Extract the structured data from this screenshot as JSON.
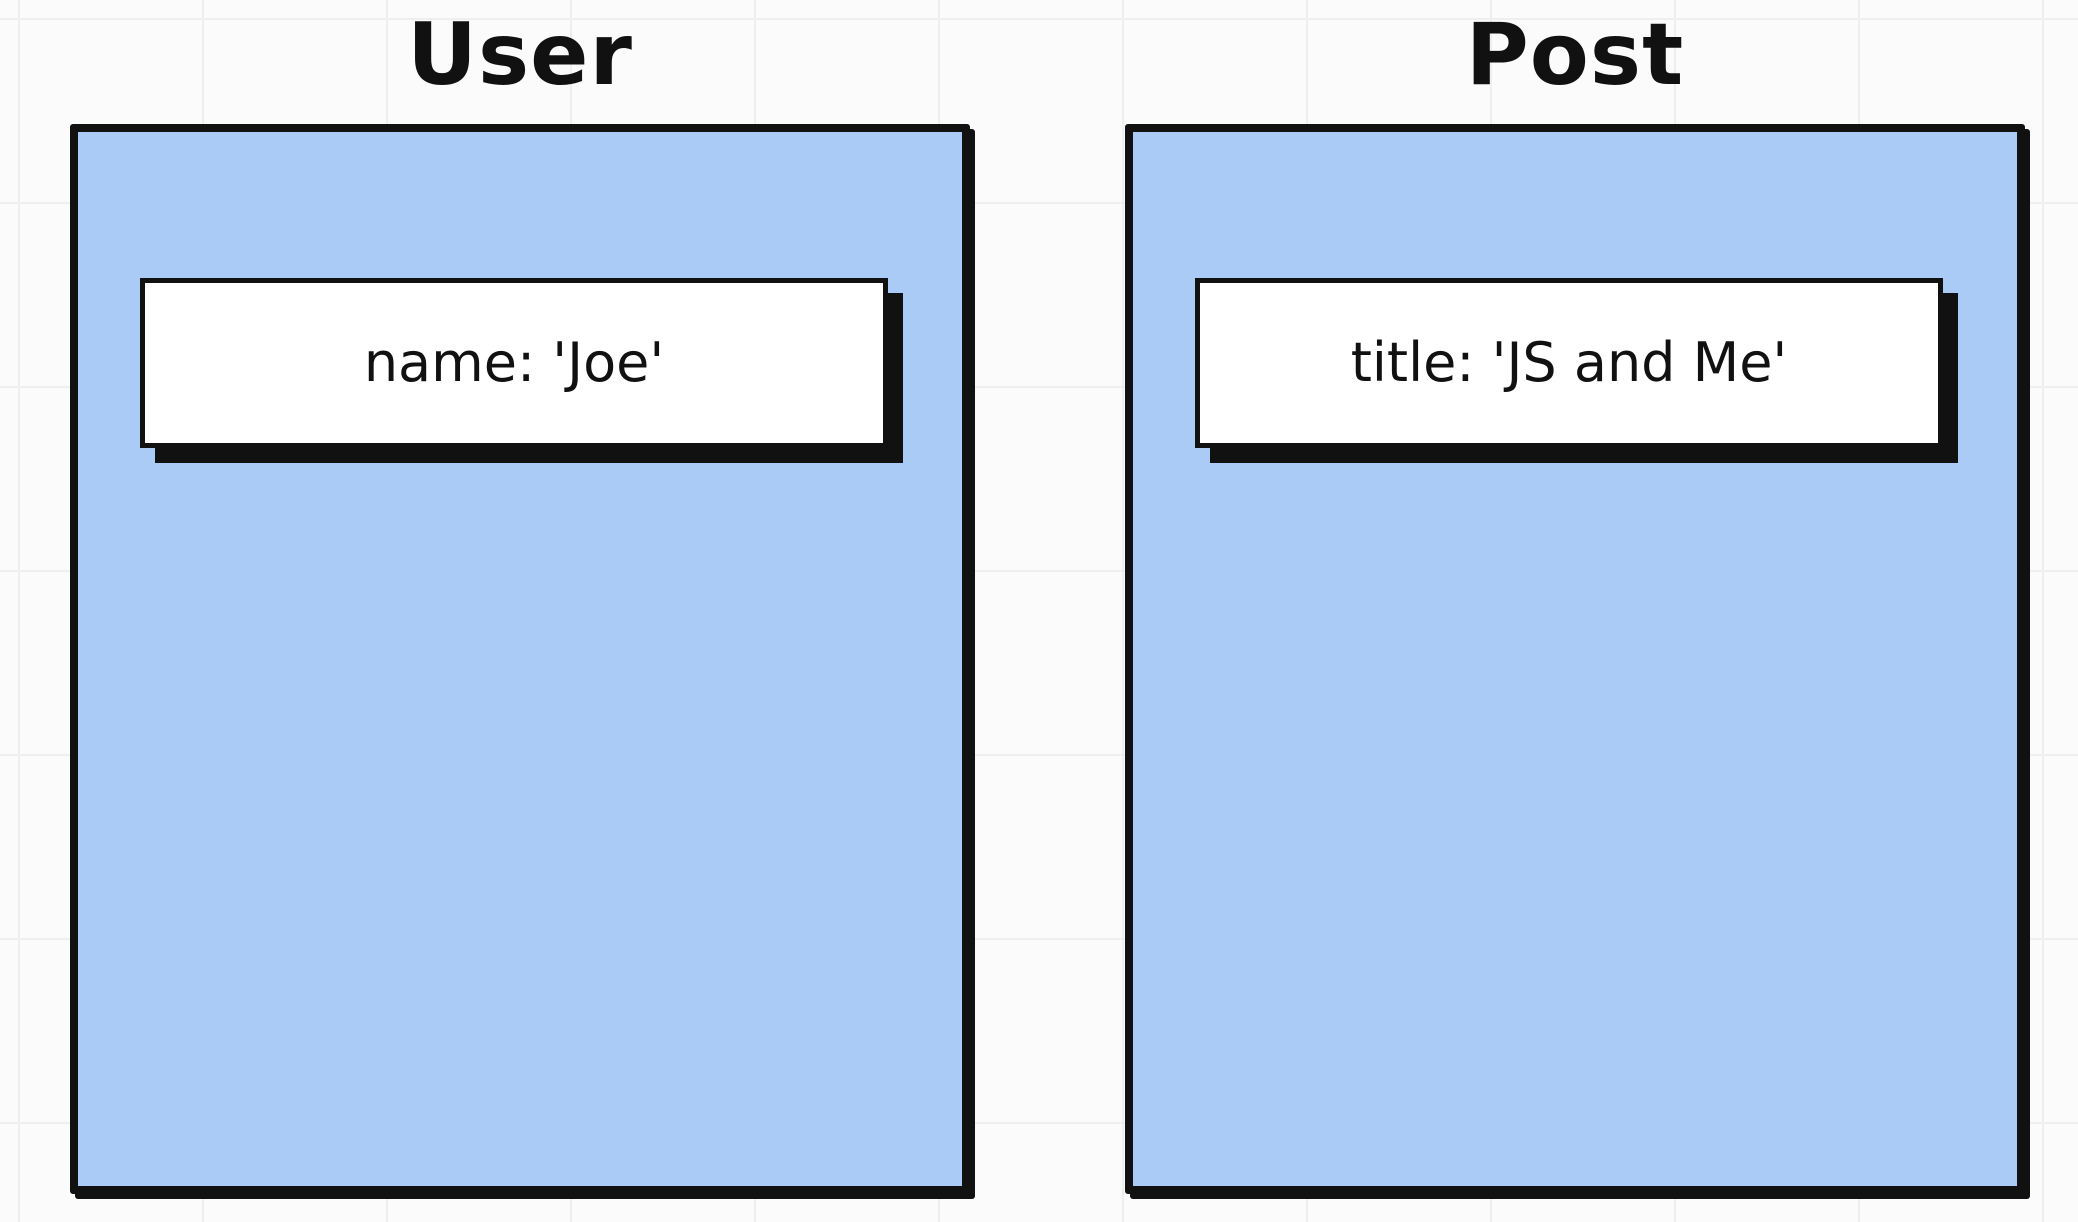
{
  "models": [
    {
      "title": "User",
      "fields": [
        "name: 'Joe'"
      ]
    },
    {
      "title": "Post",
      "fields": [
        "title: 'JS and Me'"
      ]
    }
  ],
  "colors": {
    "box_fill": "#a9cbf5",
    "outline": "#111111",
    "field_fill": "#ffffff",
    "background": "#fbfbfb",
    "grid": "#efefef"
  }
}
